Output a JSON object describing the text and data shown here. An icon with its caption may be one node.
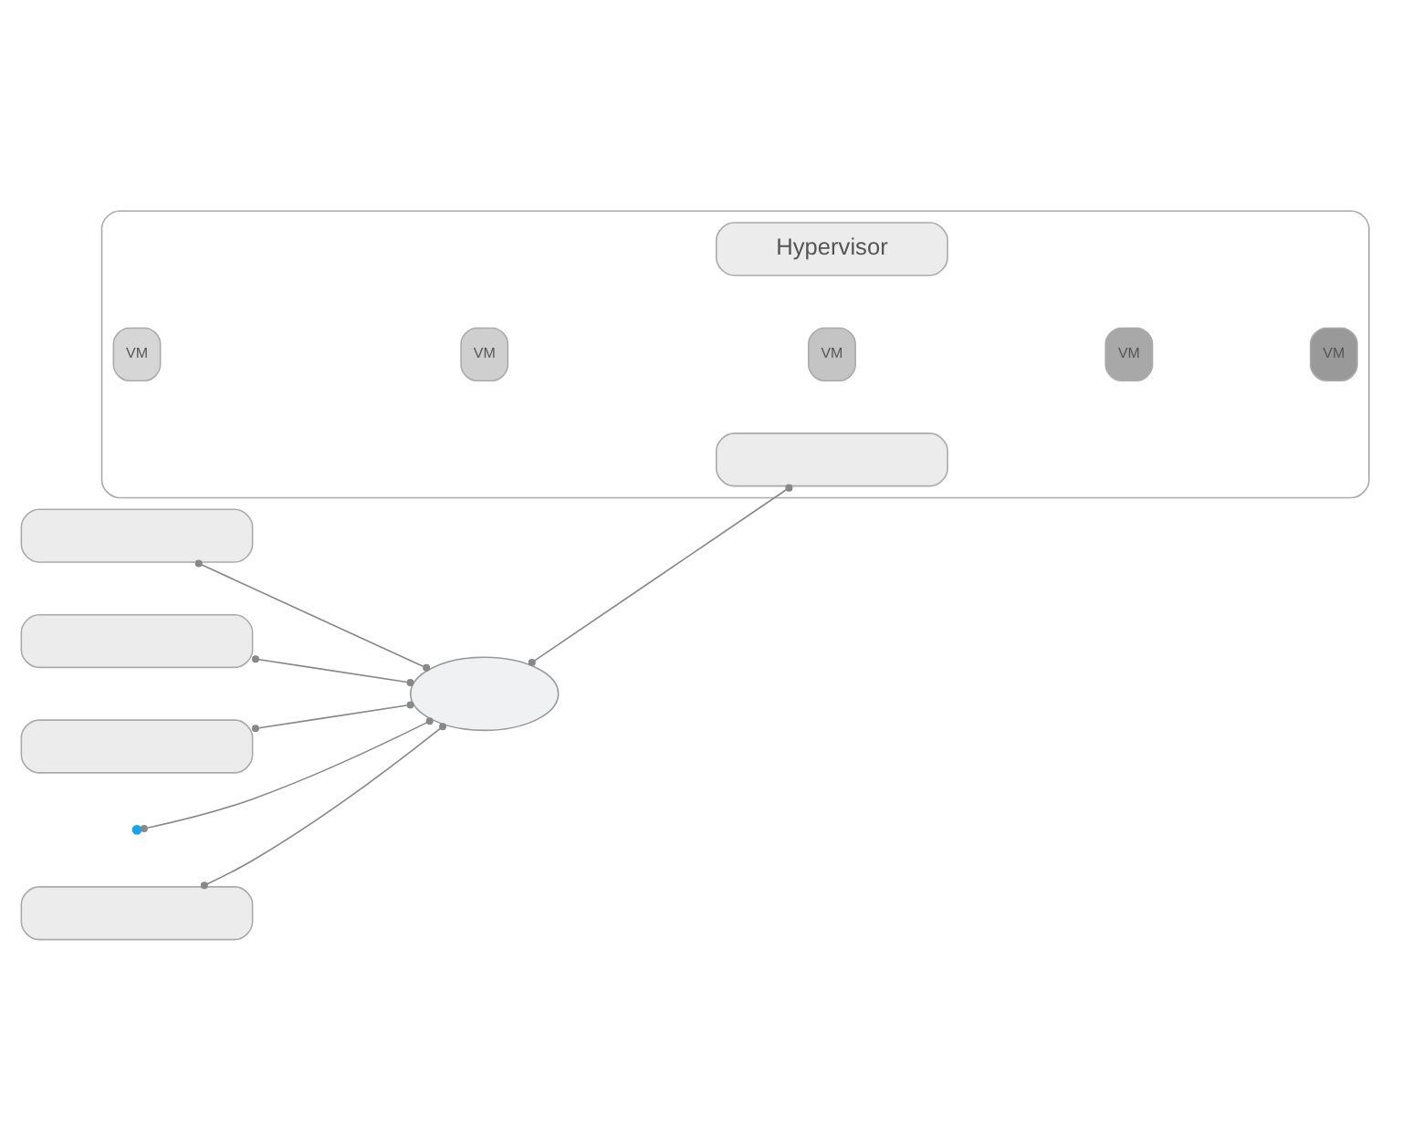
{
  "diagram": {
    "nodes": [
      {
        "text": [],
        "shape": "box"
      },
      {
        "text": [],
        "shape": "box"
      },
      {
        "text": [],
        "shape": "box"
      },
      {
        "text": [],
        "shape": "dots"
      },
      {
        "text": [],
        "shape": "box"
      },
      {
        "text": [],
        "shape": "cloud"
      },
      {
        "text": [],
        "shape": "box"
      },
      {
        "text": [
          "VM"
        ],
        "in": 6
      },
      {
        "text": [
          "VM"
        ],
        "in": 6
      },
      {
        "text": [
          "VM"
        ],
        "in": 6
      },
      {
        "text": [
          "VM"
        ],
        "in": 6
      },
      {
        "text": [
          "VM"
        ],
        "in": 6
      },
      {
        "text": [
          "Hypervisor"
        ],
        "in": 6
      },
      {
        "text": [],
        "shape": "box",
        "in": 6
      }
    ],
    "edges": [
      {
        "from": 0,
        "to": 5,
        "arrow": "other"
      },
      {
        "from": 1,
        "to": 5,
        "arrow": "other"
      },
      {
        "from": 2,
        "to": 5,
        "arrow": "other"
      },
      {
        "from": 3,
        "to": 5,
        "arrow": "other"
      },
      {
        "from": 4,
        "to": 5,
        "arrow": "other"
      },
      {
        "from": 5,
        "to": 13,
        "arrow": "other"
      }
    ]
  }
}
